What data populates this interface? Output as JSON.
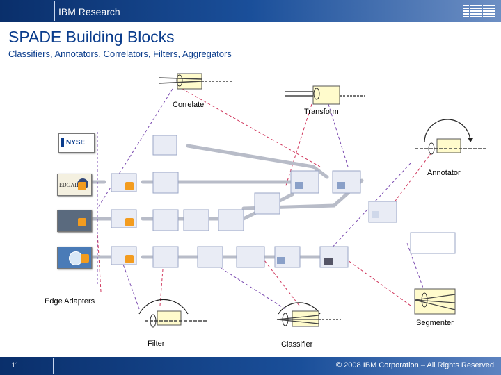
{
  "header": {
    "org": "IBM Research",
    "logo_text": "IBM"
  },
  "title": "SPADE Building Blocks",
  "subtitle": "Classifiers, Annotators, Correlators, Filters, Aggregators",
  "blocks": {
    "correlate": "Correlate",
    "transform": "Transform",
    "annotator": "Annotator",
    "segmenter": "Segmenter",
    "filter": "Filter",
    "classifier": "Classifier",
    "edge_adapters": "Edge Adapters"
  },
  "sources": {
    "nyse": "NYSE",
    "edgar": "EDGAR"
  },
  "footer": {
    "page": "11",
    "copyright": "© 2008 IBM Corporation – All Rights Reserved"
  },
  "colors": {
    "header_blue": "#0a2f6b",
    "title_blue": "#0a3c8c",
    "dashed_red": "#d0365c",
    "dashed_purple": "#7a4ab0"
  }
}
